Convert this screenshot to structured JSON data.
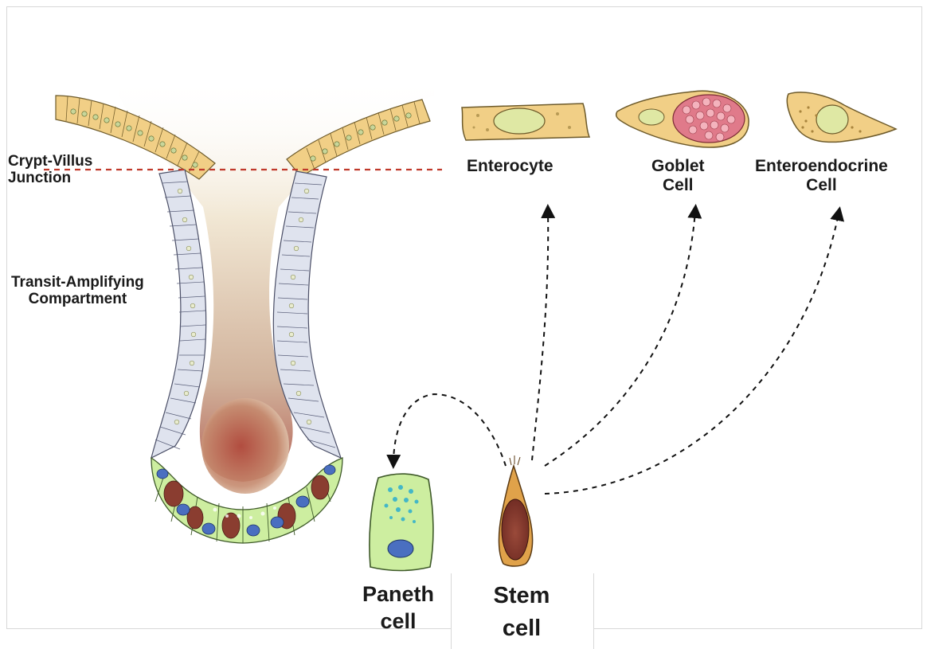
{
  "labels": {
    "crypt_villus_junction": [
      "Crypt-Villus",
      "Junction"
    ],
    "transit_amplifying": [
      "Transit-Amplifying",
      "Compartment"
    ],
    "enterocyte": [
      "Enterocyte"
    ],
    "goblet": [
      "Goblet",
      "Cell"
    ],
    "enteroendocrine": [
      "Enteroendocrine",
      "Cell"
    ],
    "paneth": [
      "Paneth",
      "cell"
    ],
    "stem": [
      "Stem",
      "cell"
    ]
  },
  "colors": {
    "villus_cell": "#f1cf86",
    "crypt_cell": "#dfe3ee",
    "paneth_cell": "#cdeea0",
    "nucleus_blue": "#4a6fc0",
    "nucleus_brown": "#8a3d30",
    "junction_line": "#c0392b",
    "goblet_granules": "#e07a8a",
    "arrow": "#111111"
  }
}
